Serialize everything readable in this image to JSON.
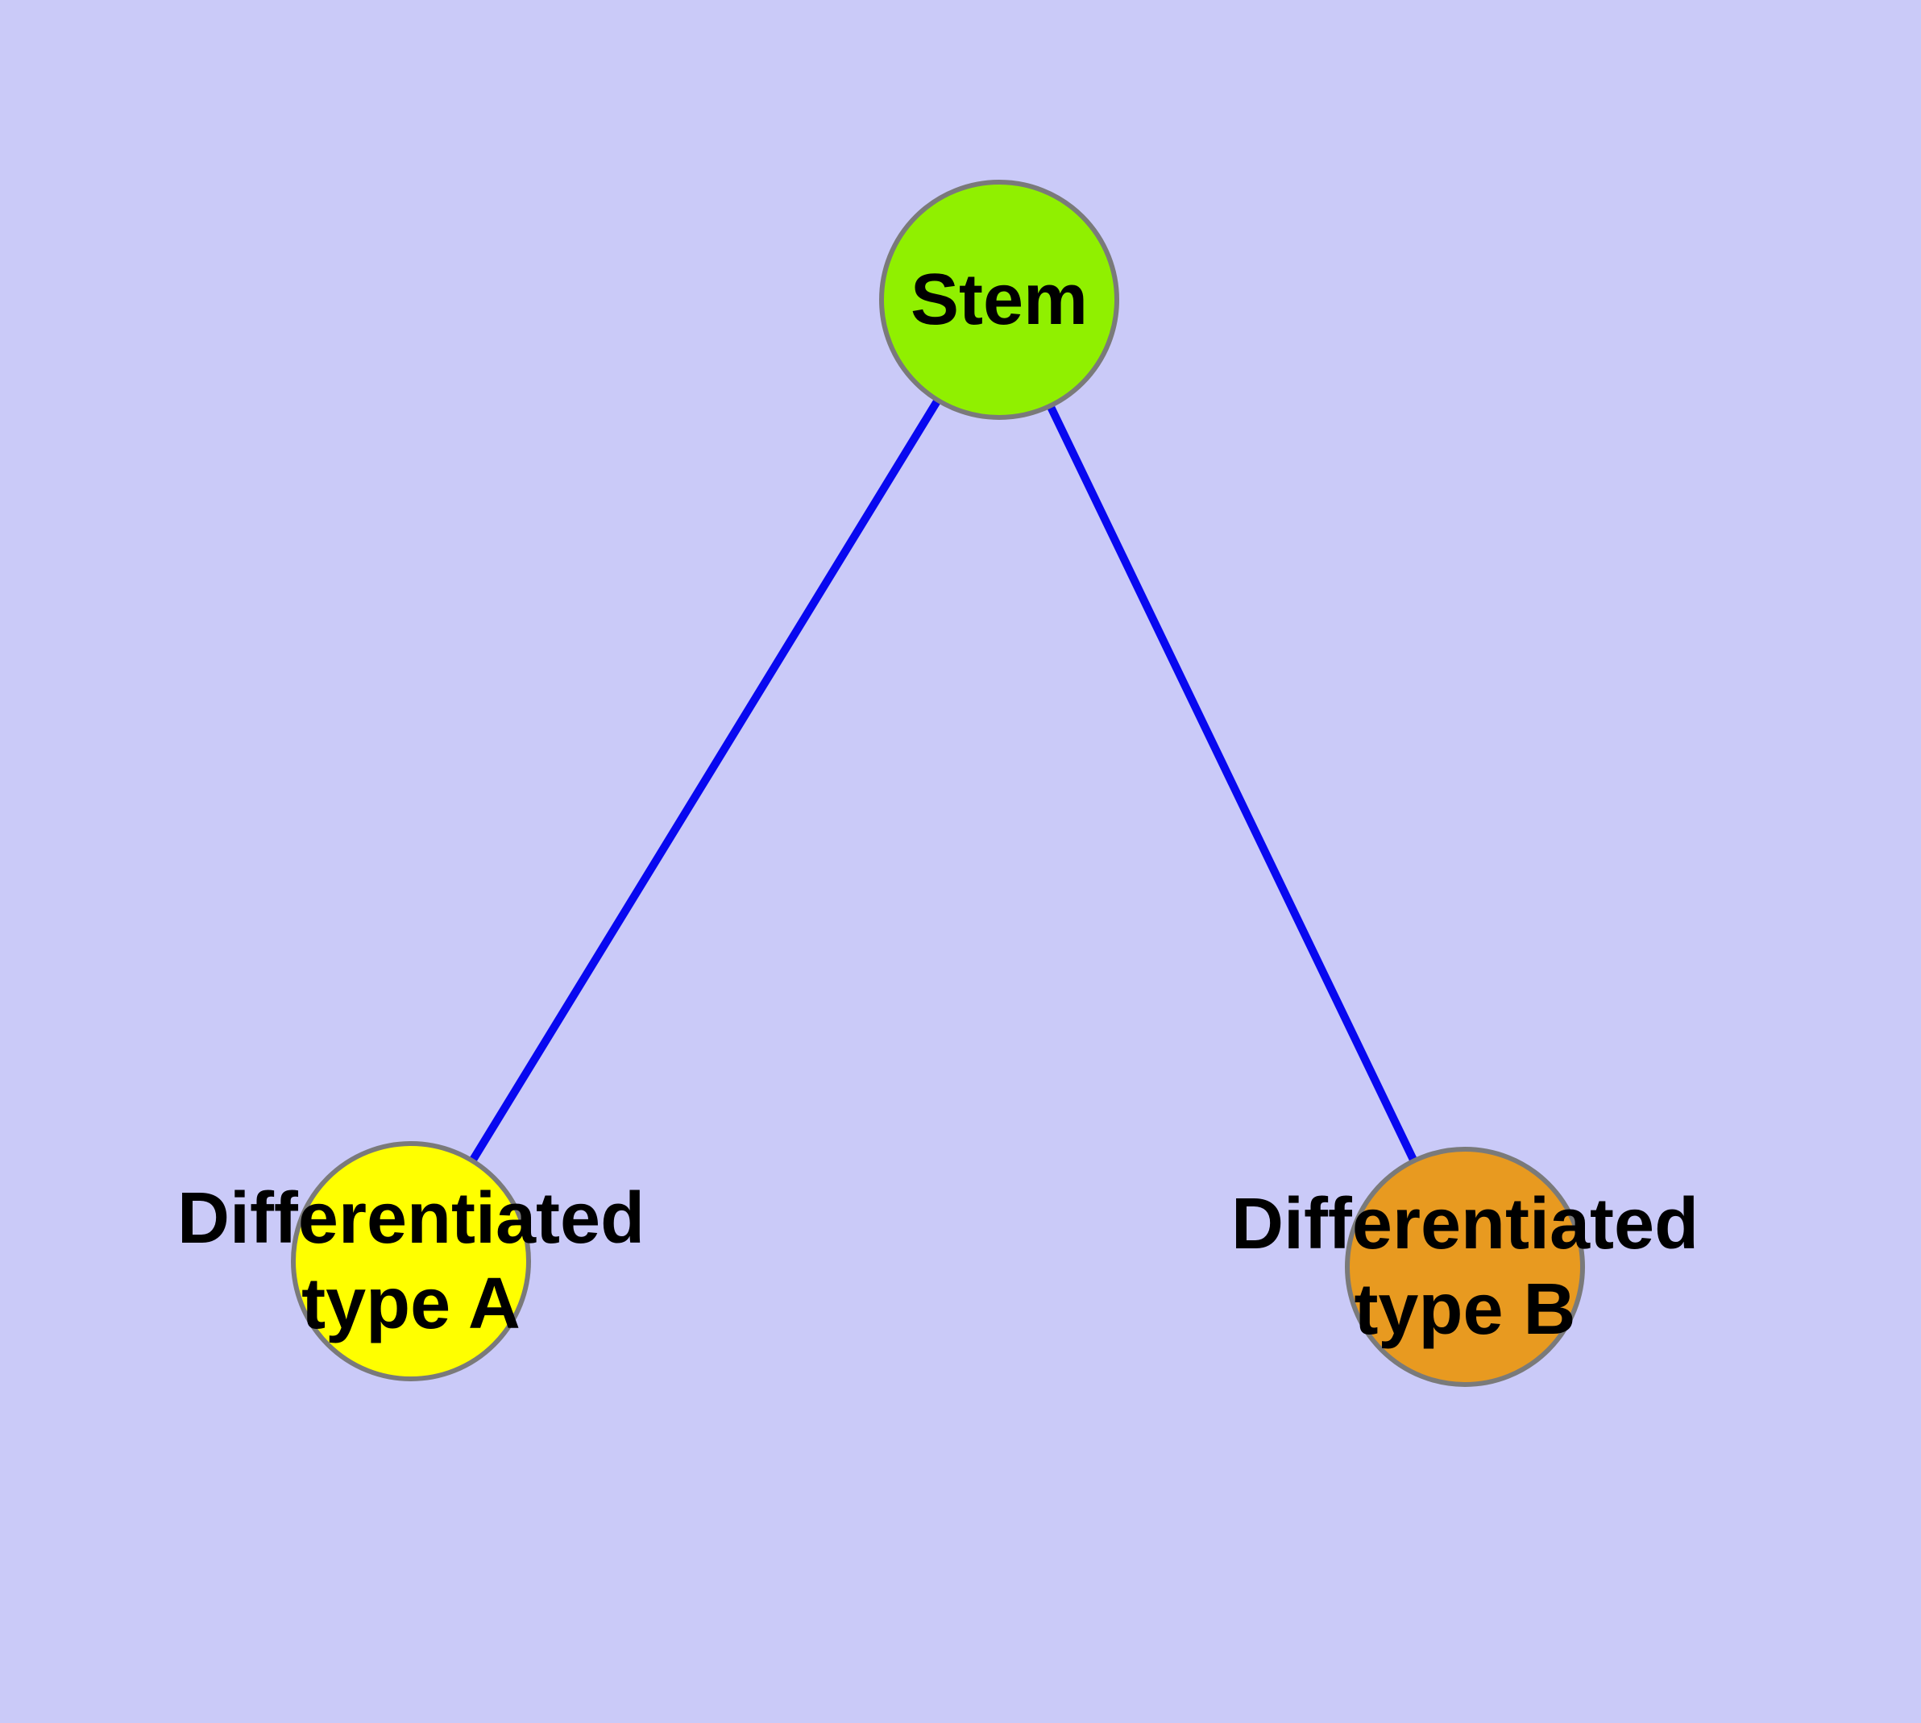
{
  "styles": {
    "background_color": "#cacaf8",
    "edge_color": "#0808f0",
    "node_border_color": "#7a7a7a",
    "label_color": "#000000"
  },
  "nodes": [
    {
      "id": "stem",
      "label": "Stem",
      "fill": "#90f000"
    },
    {
      "id": "differentiated-type-a",
      "label_line1": "Differentiated",
      "label_line2": "type A",
      "fill": "#ffff00"
    },
    {
      "id": "differentiated-type-b",
      "label_line1": "Differentiated",
      "label_line2": "type B",
      "fill": "#e89a20"
    }
  ],
  "edges": [
    {
      "from": "stem",
      "to": "differentiated-type-a"
    },
    {
      "from": "stem",
      "to": "differentiated-type-b"
    }
  ]
}
